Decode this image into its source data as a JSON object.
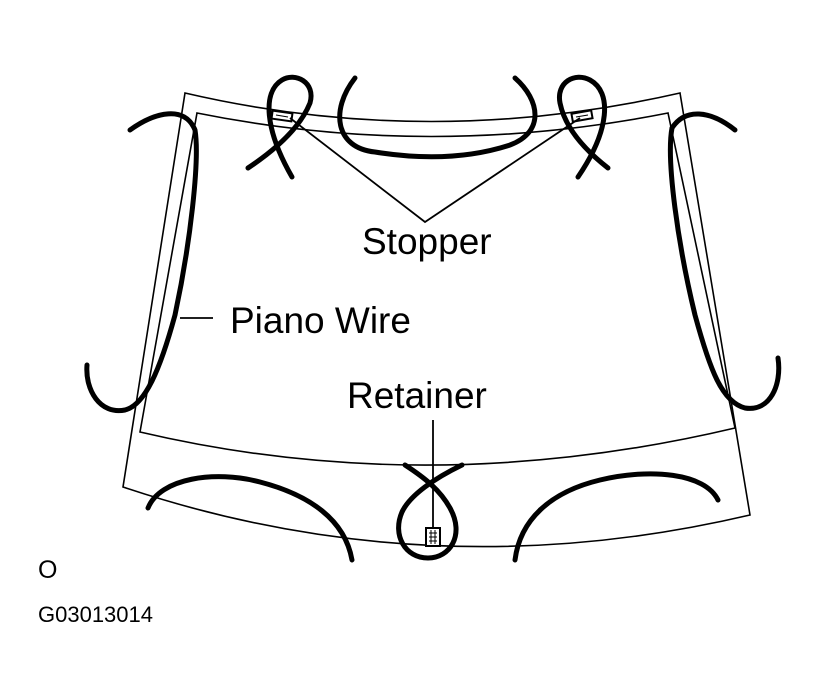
{
  "labels": {
    "stopper": "Stopper",
    "piano_wire": "Piano Wire",
    "retainer": "Retainer",
    "corner_mark": "O",
    "figure_code": "G03013014"
  },
  "colors": {
    "line": "#000000",
    "background": "#ffffff"
  }
}
